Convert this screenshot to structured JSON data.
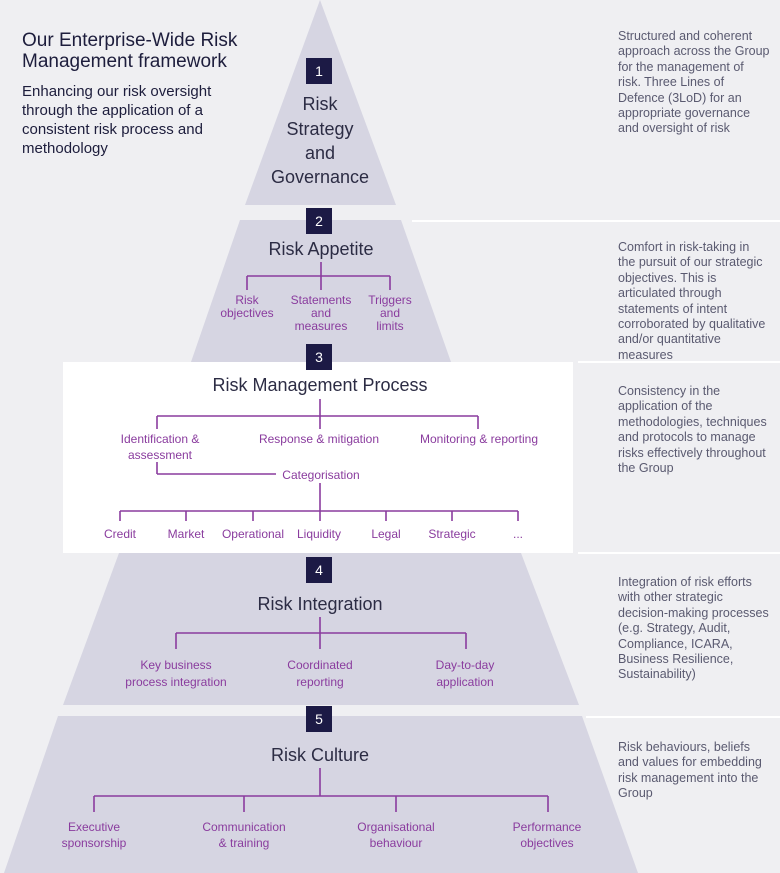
{
  "header": {
    "title": "Our Enterprise-Wide Risk Management framework",
    "subtitle": "Enhancing our risk oversight through the application of a consistent risk process and methodology"
  },
  "colors": {
    "pyramid": "#d6d5e2",
    "badge": "#1c1a45",
    "purple": "#8a3c9e",
    "title": "#2c2c44",
    "background": "#efeff2"
  },
  "tiers": [
    {
      "number": "1",
      "title_lines": [
        "Risk",
        "Strategy",
        "and",
        "Governance"
      ],
      "description": "Structured and coherent approach across the Group for the management of risk. Three Lines of Defence (3LoD) for an appropriate governance and oversight of risk"
    },
    {
      "number": "2",
      "title": "Risk Appetite",
      "items": [
        [
          "Risk",
          "objectives"
        ],
        [
          "Statements",
          "and",
          "measures"
        ],
        [
          "Triggers",
          "and",
          "limits"
        ]
      ],
      "description": "Comfort in risk-taking in the pursuit of our strategic objectives. This is articulated through statements of intent corroborated by qualitative and/or quantitative measures"
    },
    {
      "number": "3",
      "title": "Risk Management Process",
      "items": [
        [
          "Identification &",
          "assessment"
        ],
        [
          "Response & mitigation"
        ],
        [
          "Monitoring & reporting"
        ]
      ],
      "categorisation": "Categorisation",
      "categories": [
        "Credit",
        "Market",
        "Operational",
        "Liquidity",
        "Legal",
        "Strategic",
        "..."
      ],
      "description": "Consistency in the application of the methodologies, techniques and protocols to manage risks effectively throughout the Group"
    },
    {
      "number": "4",
      "title": "Risk Integration",
      "items": [
        [
          "Key business",
          "process integration"
        ],
        [
          "Coordinated",
          "reporting"
        ],
        [
          "Day-to-day",
          "application"
        ]
      ],
      "description": "Integration of risk efforts with other strategic decision-making processes (e.g. Strategy, Audit, Compliance, ICARA, Business Resilience, Sustainability)"
    },
    {
      "number": "5",
      "title": "Risk Culture",
      "items": [
        [
          "Executive",
          "sponsorship"
        ],
        [
          "Communication",
          "& training"
        ],
        [
          "Organisational",
          "behaviour"
        ],
        [
          "Performance",
          "objectives"
        ]
      ],
      "description": "Risk behaviours, beliefs and values for embedding risk management into the Group"
    }
  ]
}
